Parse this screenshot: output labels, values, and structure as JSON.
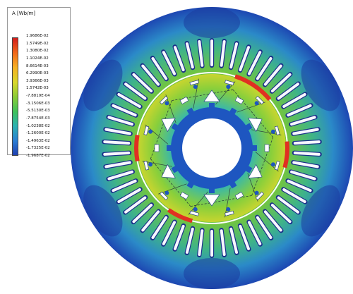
{
  "legend": {
    "title": "A [Wb/m]",
    "labels": [
      "1.9686E-02",
      "1.5749E-02",
      "1.3080E-02",
      "1.1024E-02",
      "8.6614E-03",
      "6.2990E-03",
      "3.9366E-03",
      "1.5742E-03",
      "-7.8819E-04",
      "-3.1506E-03",
      "-5.5130E-03",
      "-7.8754E-03",
      "-1.0238E-02",
      "-1.2600E-02",
      "-1.4963E-02",
      "-1.7325E-02",
      "-1.9687E-02"
    ],
    "colors": [
      "#d21d1d",
      "#f26a1a",
      "#f6b024",
      "#d8d82a",
      "#8ccc36",
      "#3ec15a",
      "#2bb2b0",
      "#2a7dd4",
      "#1f3fb0"
    ]
  },
  "figure": {
    "colors": {
      "outer_field": "#2a62c2",
      "outer_field_dark": "#1c3c9e",
      "mid_field": "#36b0ad",
      "green_field": "#7fcb3c",
      "yellow_field": "#d6d72c",
      "slot": "#f7f7ff",
      "slot_edge": "#1a2f8a",
      "red_zone": "#e03022",
      "white": "#ffffff"
    }
  }
}
